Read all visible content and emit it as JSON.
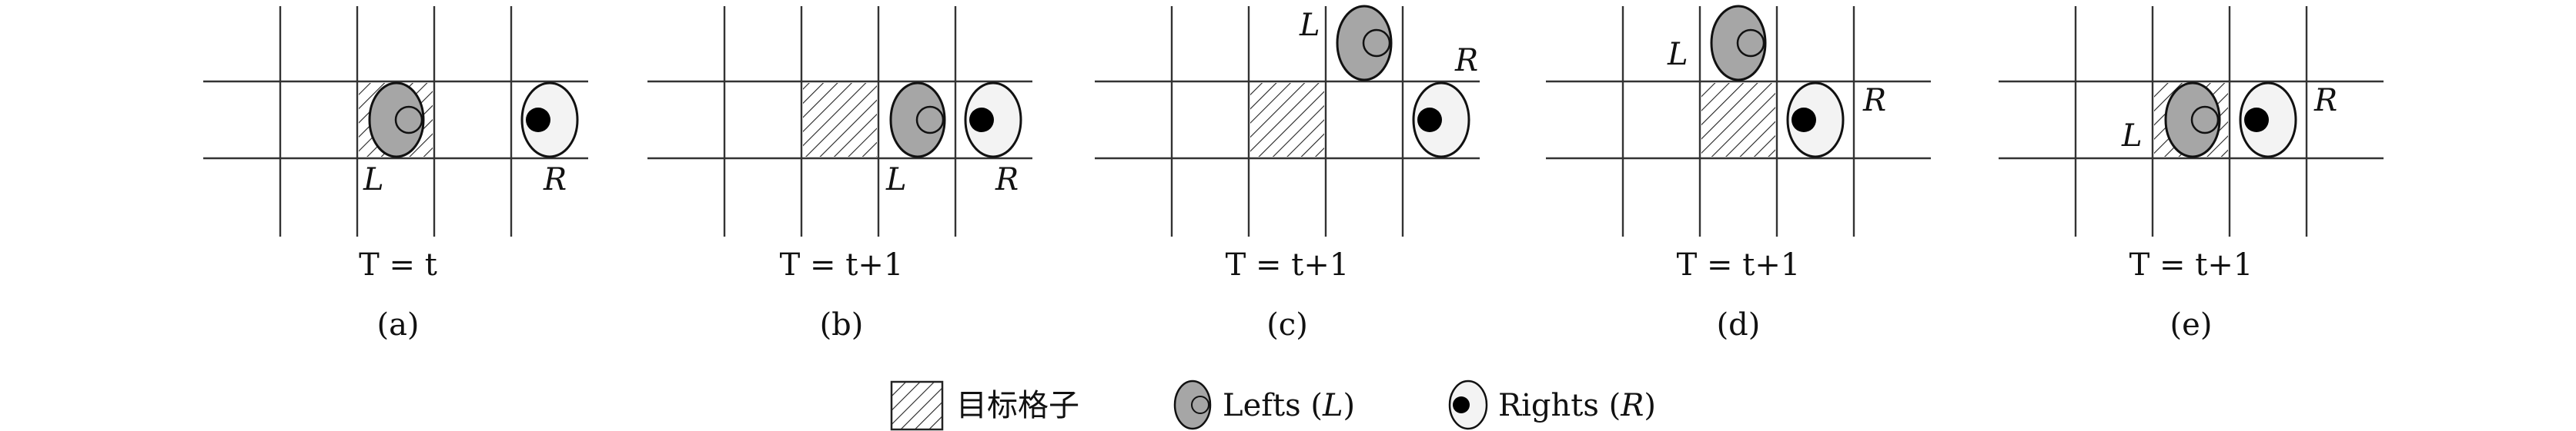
{
  "panels": [
    {
      "id": "a",
      "time_label": "T = t",
      "caption": "(a)",
      "left_label": "L",
      "right_label": "R"
    },
    {
      "id": "b",
      "time_label": "T = t+1",
      "caption": "(b)",
      "left_label": "L",
      "right_label": "R"
    },
    {
      "id": "c",
      "time_label": "T = t+1",
      "caption": "(c)",
      "left_label": "L",
      "right_label": "R"
    },
    {
      "id": "d",
      "time_label": "T = t+1",
      "caption": "(d)",
      "left_label": "L",
      "right_label": "R"
    },
    {
      "id": "e",
      "time_label": "T = t+1",
      "caption": "(e)",
      "left_label": "L",
      "right_label": "R"
    }
  ],
  "legend": {
    "target_cell": "目标格子",
    "lefts_prefix": "Lefts (",
    "lefts_symbol": "L",
    "lefts_suffix": ")",
    "rights_prefix": "Rights (",
    "rights_symbol": "R",
    "rights_suffix": ")"
  },
  "colors": {
    "grid_line": "#333333",
    "left_fill": "#a6a6a6",
    "right_fill": "#f3f3f3",
    "right_dot": "#000000",
    "hatch": "#222222"
  }
}
